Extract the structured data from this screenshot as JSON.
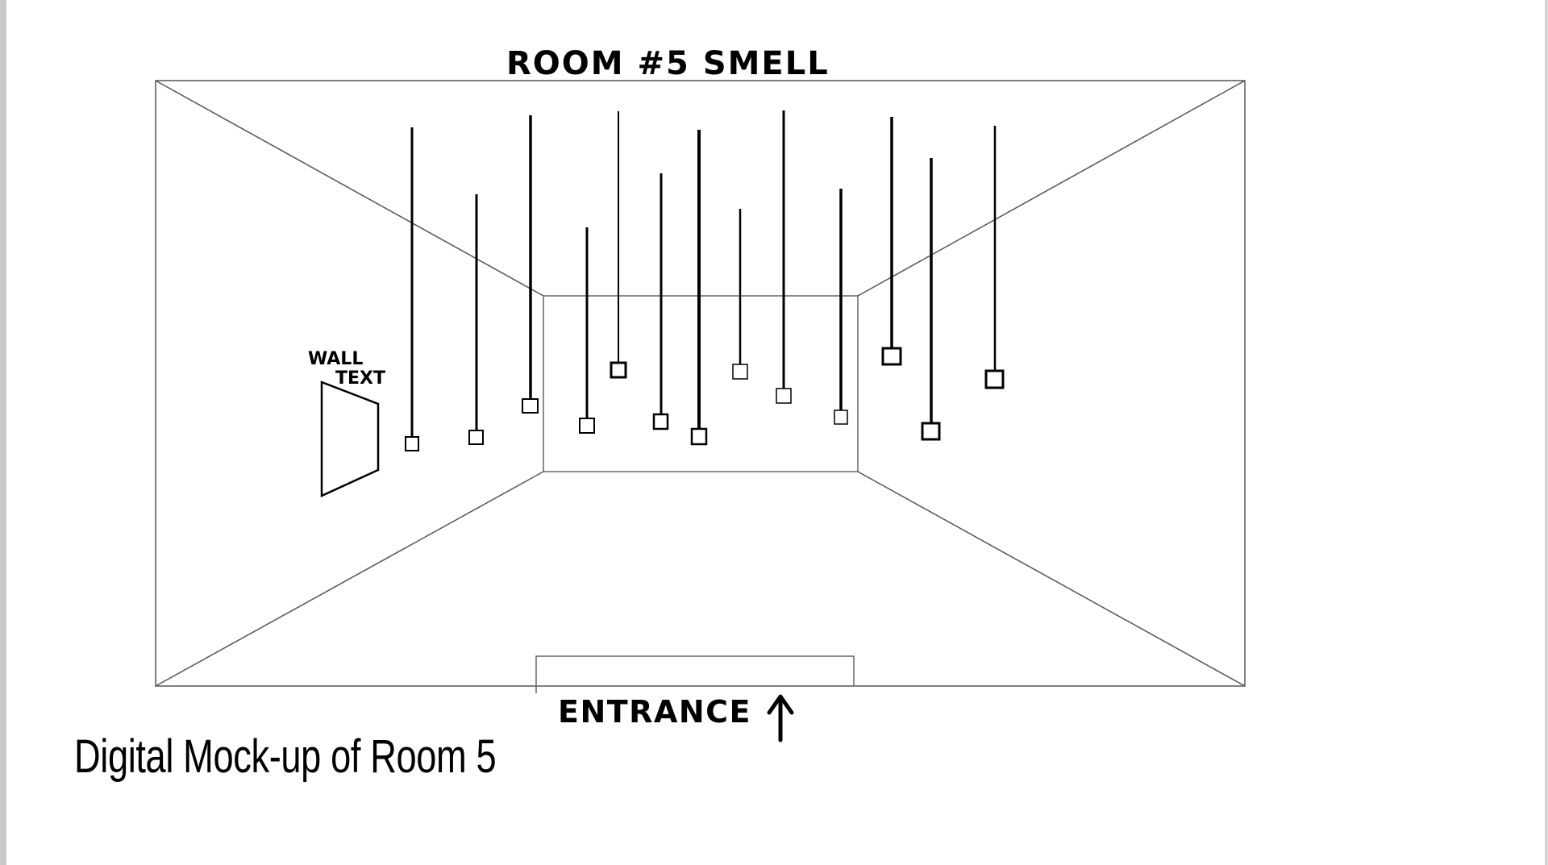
{
  "diagram": {
    "title": "ROOM #5  SMELL",
    "wall_text_label_line1": "WALL",
    "wall_text_label_line2": "TEXT",
    "entrance_label": "ENTRANCE",
    "caption": "Digital Mock-up of Room 5"
  }
}
